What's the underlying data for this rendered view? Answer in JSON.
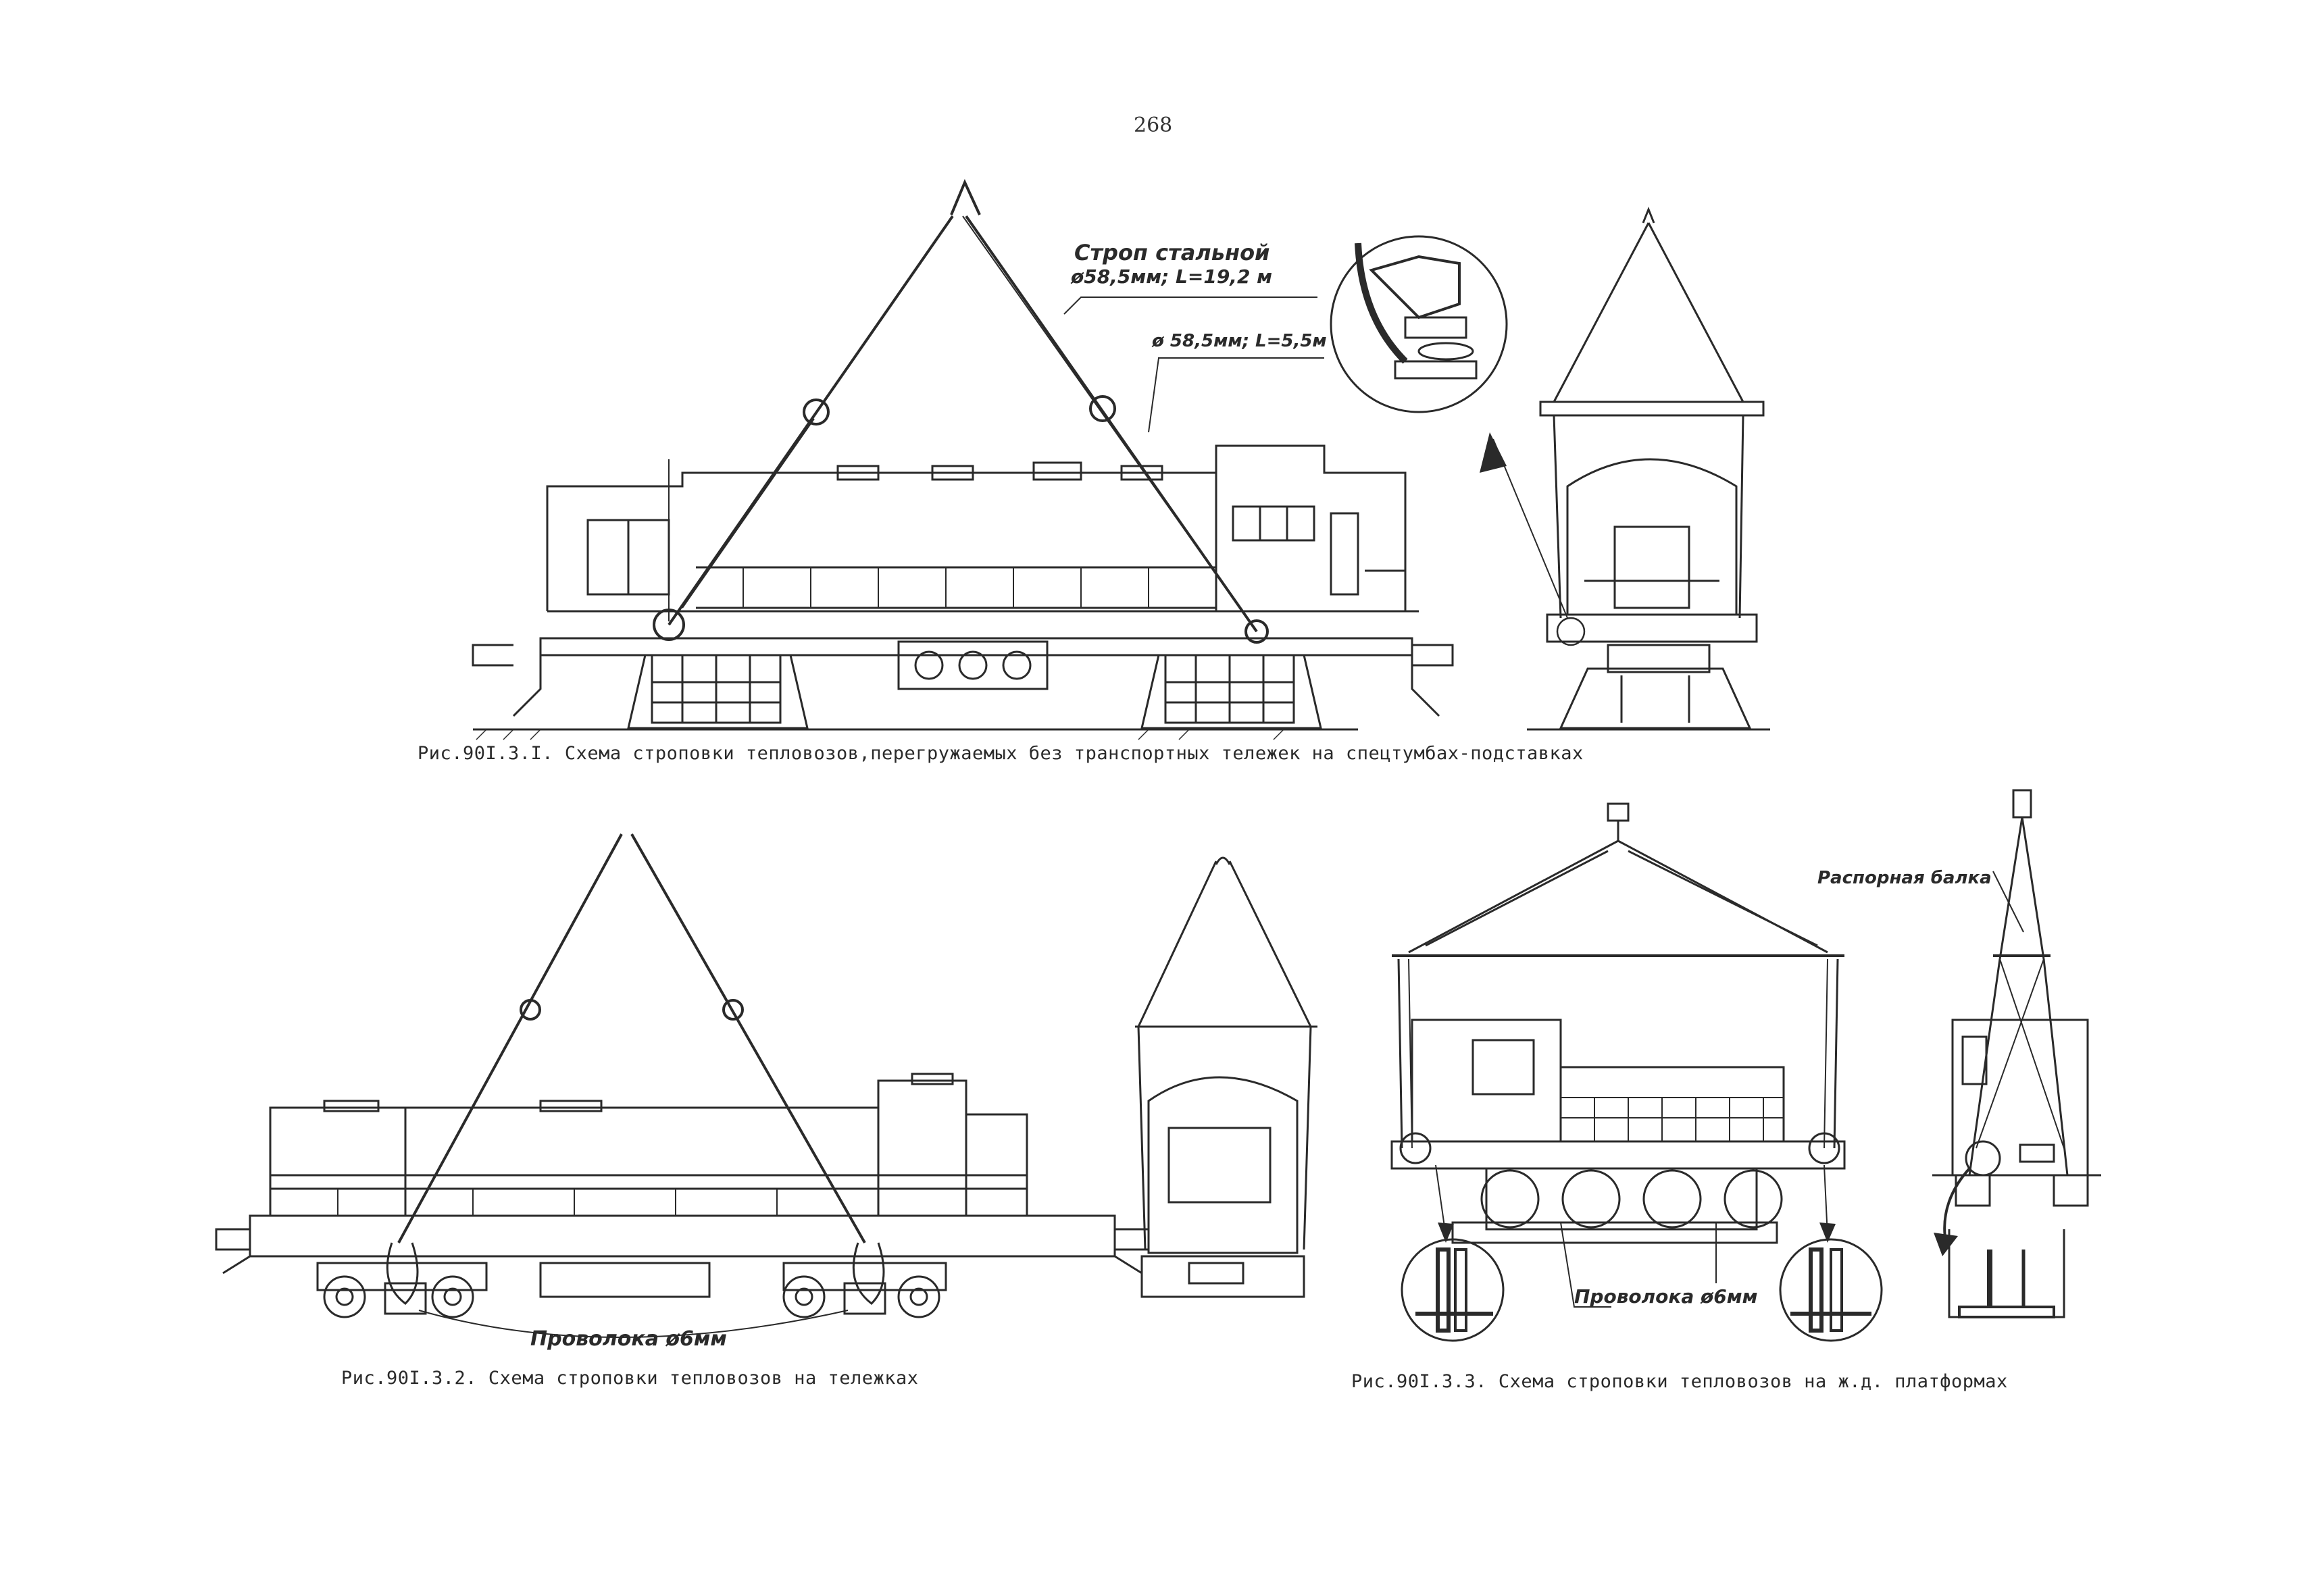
{
  "page": {
    "number": "268"
  },
  "figures": [
    {
      "id": "fig1",
      "caption": "Рис.90I.3.I. Схема строповки тепловозов,перегружаемых без транспортных тележек на спецтумбах-подставках",
      "callouts": [
        {
          "id": "main-sling-line1",
          "text": "Строп стальной"
        },
        {
          "id": "main-sling-line2",
          "text": "ø58,5мм; L=19,2 м"
        },
        {
          "id": "short-sling",
          "text": "ø 58,5мм; L=5,5м"
        }
      ]
    },
    {
      "id": "fig2",
      "caption": "Рис.90I.3.2. Схема строповки тепловозов на тележках",
      "callouts": [
        {
          "id": "wire",
          "text": "Проволока ø6мм"
        }
      ]
    },
    {
      "id": "fig3",
      "caption": "Рис.90I.3.3. Схема строповки тепловозов на ж.д. платформах",
      "callouts": [
        {
          "id": "spreader",
          "text": "Распорная балка"
        },
        {
          "id": "wire",
          "text": "Проволока ø6мм"
        }
      ]
    }
  ],
  "colors": {
    "ink": "#2a2a2a",
    "paper": "#ffffff"
  }
}
